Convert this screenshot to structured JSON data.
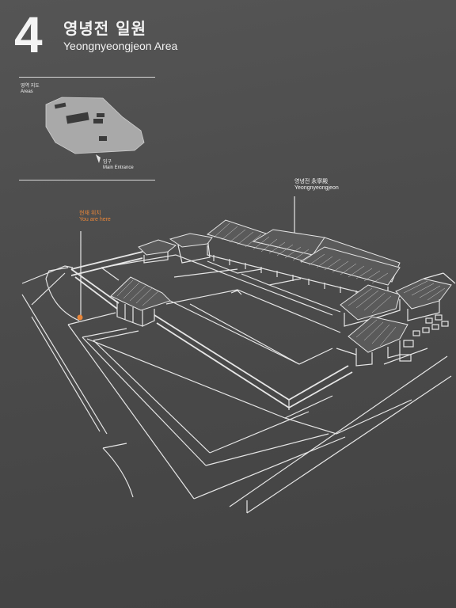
{
  "sign": {
    "number": "4",
    "title_ko": "영녕전 일원",
    "title_en": "Yeongnyeongjeon Area"
  },
  "overview": {
    "label_ko": "영역 지도",
    "label_en": "Areas",
    "entrance_ko": "입구",
    "entrance_en": "Main Entrance"
  },
  "you_are_here": {
    "label_ko": "현재 위치",
    "label_en": "You are here",
    "color": "#e8863a"
  },
  "building": {
    "label_ko": "영녕전 永寧殿",
    "label_en": "Yeongnyeongjeon"
  },
  "colors": {
    "background": "#4a4a4a",
    "line": "#e6e6e6",
    "marker": "#e8863a"
  }
}
